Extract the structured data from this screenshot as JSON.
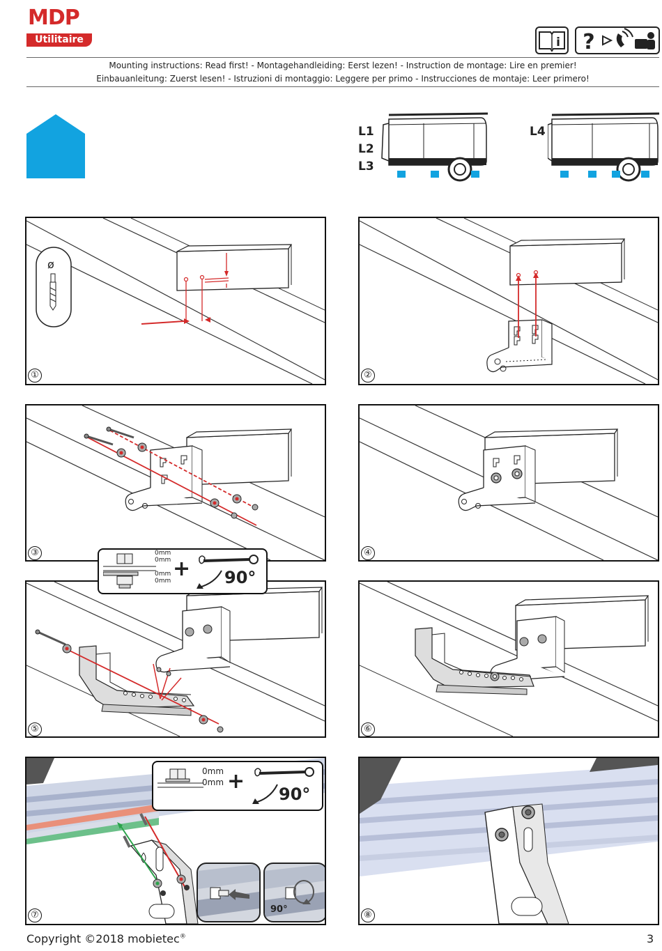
{
  "logo": {
    "brand": "MDP",
    "sub": "Utilitaire"
  },
  "header": {
    "line1": "Mounting instructions: Read first! - Montagehandleiding: Eerst lezen! - Instruction de montage: Lire en premier!",
    "line2": "Einbauanleitung: Zuerst lesen! - Istruzioni di montaggio: Leggere per primo - Instrucciones de montaje: Leer primero!",
    "icons": [
      "manual-info-icon",
      "help-contact-icon"
    ]
  },
  "vans": {
    "left_labels": [
      "L1",
      "L2",
      "L3"
    ],
    "right_label": "L4",
    "marker_color": "#12a3e0"
  },
  "accent_colors": {
    "blue": "#12a3e0",
    "red": "#d42a2a",
    "green": "#2aa34a"
  },
  "steps": [
    {
      "number": "①"
    },
    {
      "number": "②"
    },
    {
      "number": "③"
    },
    {
      "number": "④"
    },
    {
      "number": "⑤"
    },
    {
      "number": "⑥"
    },
    {
      "number": "⑦"
    },
    {
      "number": "⑧"
    }
  ],
  "torque_box_1": {
    "mm": [
      "0mm",
      "0mm",
      "0mm",
      "0mm"
    ],
    "angle": "90°"
  },
  "torque_box_2": {
    "mm": [
      "0mm",
      "0mm"
    ],
    "angle": "90°"
  },
  "inset_angle": "90°",
  "footer": {
    "copyright": "Copyright ©2018 mobietec",
    "reg": "®",
    "page": "3"
  }
}
